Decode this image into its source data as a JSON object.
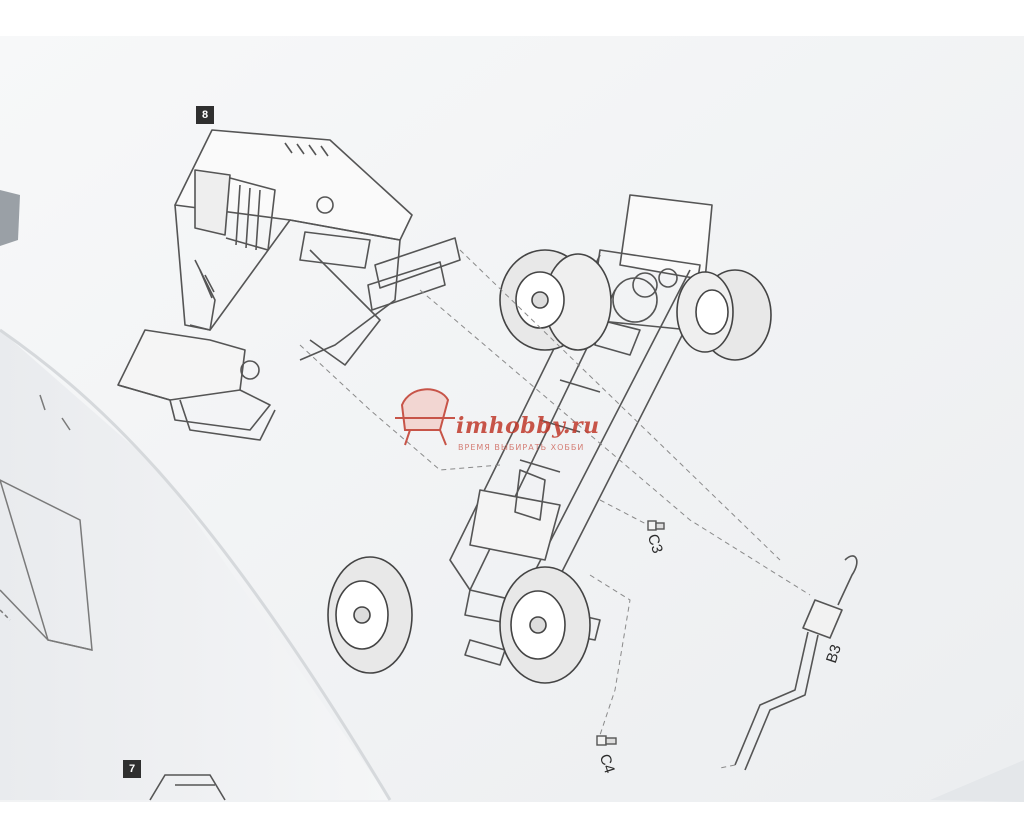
{
  "image": {
    "subject": "photo of an open model-kit instruction booklet with truck assembly diagrams",
    "background_color": "#ffffff",
    "page_color": "#f4f5f6"
  },
  "instructions": {
    "step_8_number": "8",
    "step_7_number": "7",
    "part_c3": "C3",
    "part_c4": "C4",
    "part_b3": "B3"
  },
  "watermark": {
    "brand": "imhobby.ru",
    "tagline": "ВРЕМЯ ВЫБИРАТЬ ХОББИ",
    "color": "#c0392b"
  }
}
